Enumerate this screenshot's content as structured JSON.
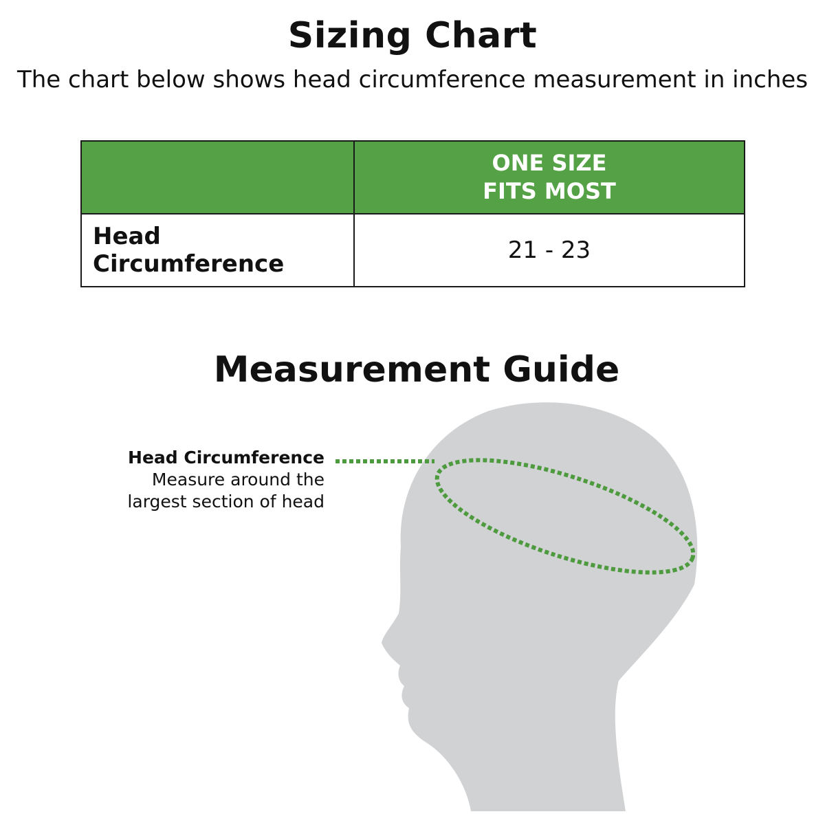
{
  "header": {
    "title": "Sizing Chart",
    "subtitle": "The chart below shows head circumference measurement in inches"
  },
  "size_table": {
    "empty_header": "",
    "size_header_line1": "ONE SIZE",
    "size_header_line2": "FITS MOST",
    "row_label": "Head Circumference",
    "row_value": "21 - 23"
  },
  "guide": {
    "title": "Measurement Guide",
    "callout_title": "Head Circumference",
    "callout_line1": "Measure around the",
    "callout_line2": "largest section of head"
  },
  "colors": {
    "accent_green": "#55a145",
    "head_gray": "#d1d2d4",
    "dotted_line_green": "#4e9a3e"
  },
  "icons": {
    "head": "head-silhouette-icon",
    "measure_ring": "measurement-ring-icon"
  }
}
